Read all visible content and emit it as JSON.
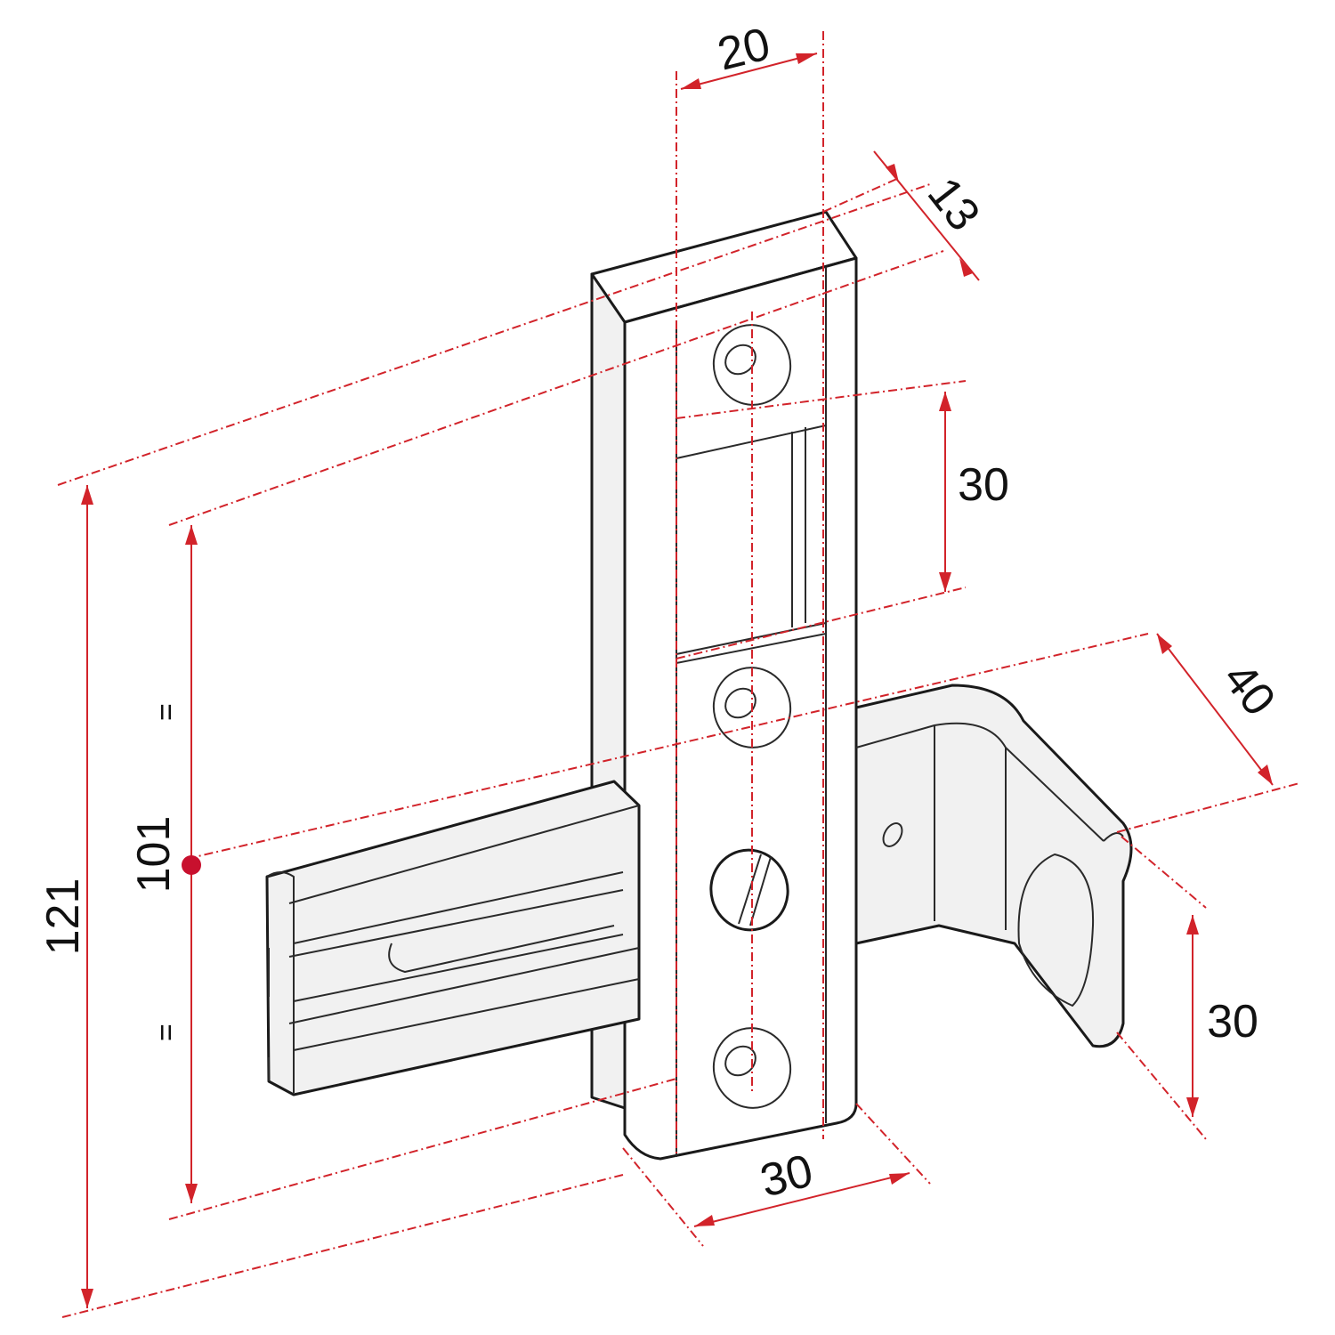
{
  "colors": {
    "dimension_line": "#d2232a",
    "part_outline": "#1a1a1a",
    "background": "#ffffff"
  },
  "dimensions": {
    "top_width": "20",
    "depth": "13",
    "slot_height": "30",
    "bracket_arm": "40",
    "bracket_drop": "30",
    "base_width": "30",
    "inner_height": "101",
    "overall_height": "121",
    "equal_upper": "=",
    "equal_lower": "="
  }
}
